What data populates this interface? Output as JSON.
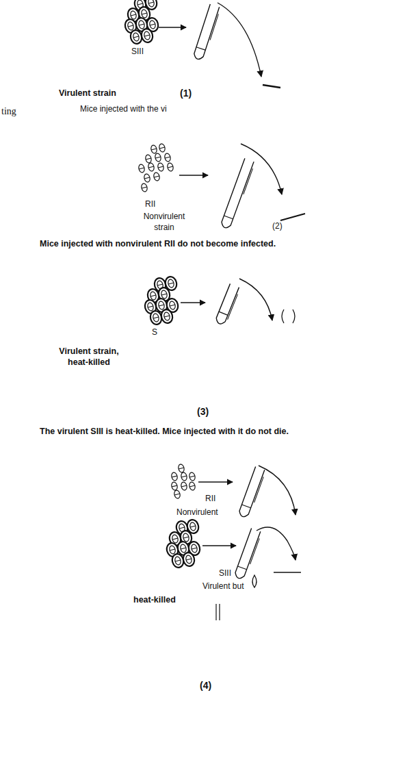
{
  "diagram": {
    "labels": [
      "SIII",
      "Virulent strain",
      "(1)",
      "ting",
      "Mice injected with the vi",
      "RII",
      "Nonvirulent strain",
      "(2)",
      "Mice injected with nonvirulent RII do not become infected.",
      "S",
      "Virulent strain, heat-killed",
      "(3)",
      "The virulent SIII is heat-killed. Mice injected with it do not die.",
      "RII",
      "Nonvirulent",
      "SIII",
      "Virulent but",
      "heat-killed",
      "(4)"
    ]
  }
}
